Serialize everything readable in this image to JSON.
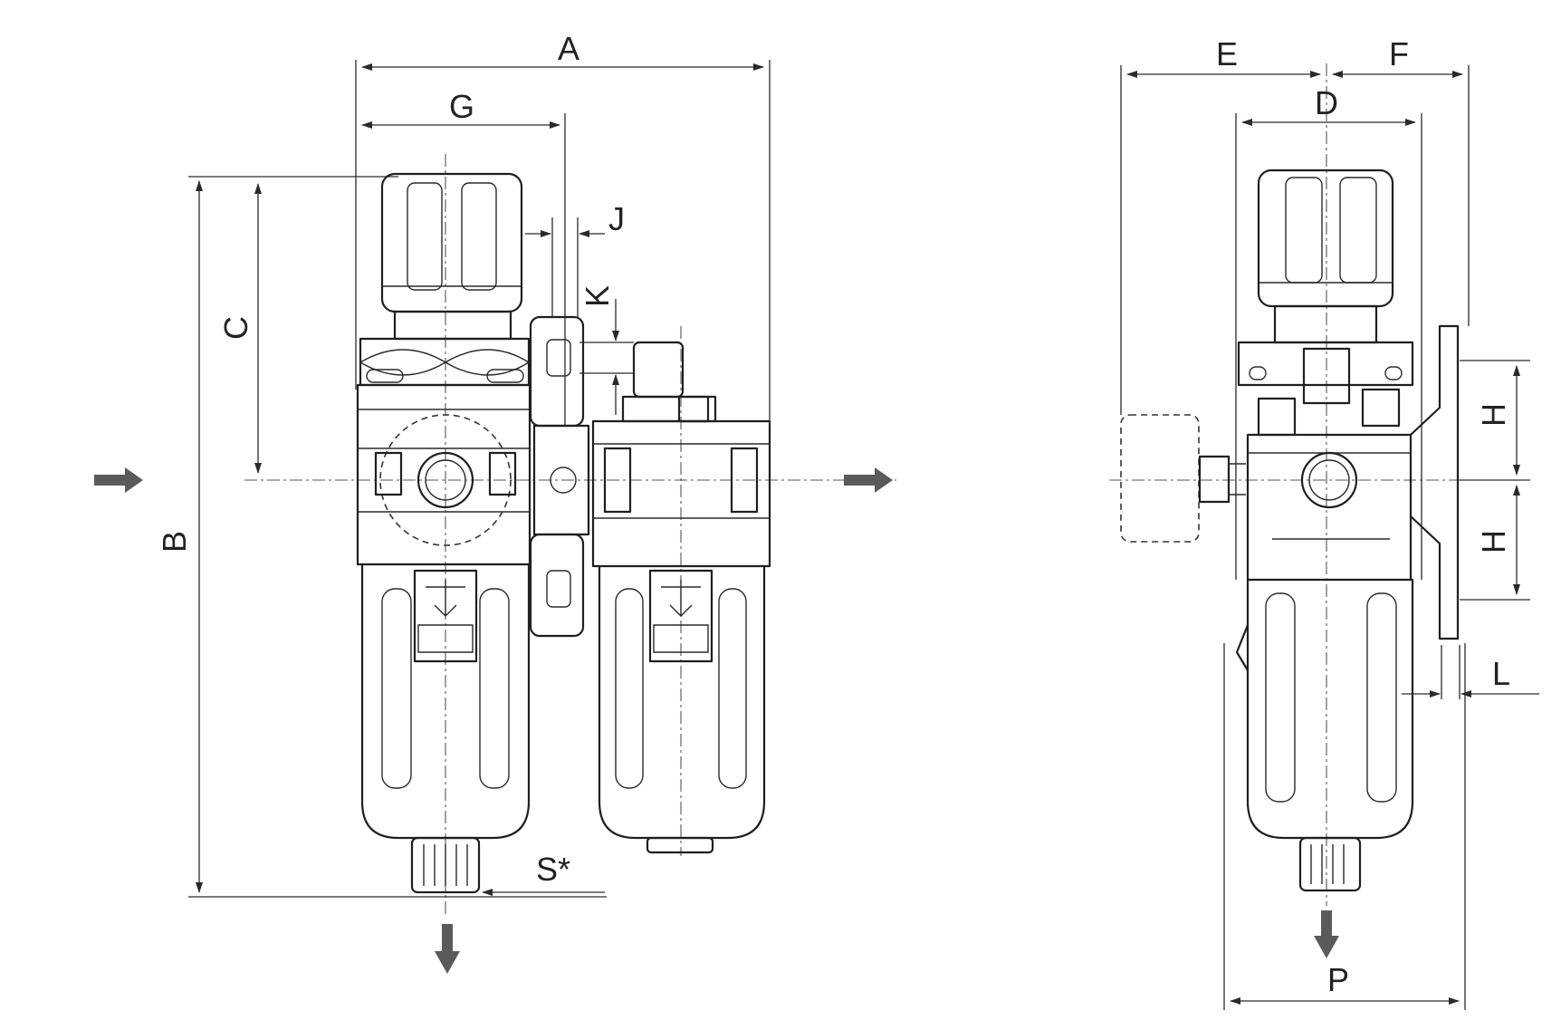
{
  "colors": {
    "line": "#1f1f1f",
    "flow_arrow": "#5a5a5a",
    "background": "#ffffff"
  },
  "labels": {
    "A": "A",
    "B": "B",
    "C": "C",
    "D": "D",
    "E": "E",
    "F": "F",
    "G": "G",
    "H1": "H",
    "H2": "H",
    "J": "J",
    "K": "K",
    "L": "L",
    "P": "P",
    "S": "S*"
  }
}
